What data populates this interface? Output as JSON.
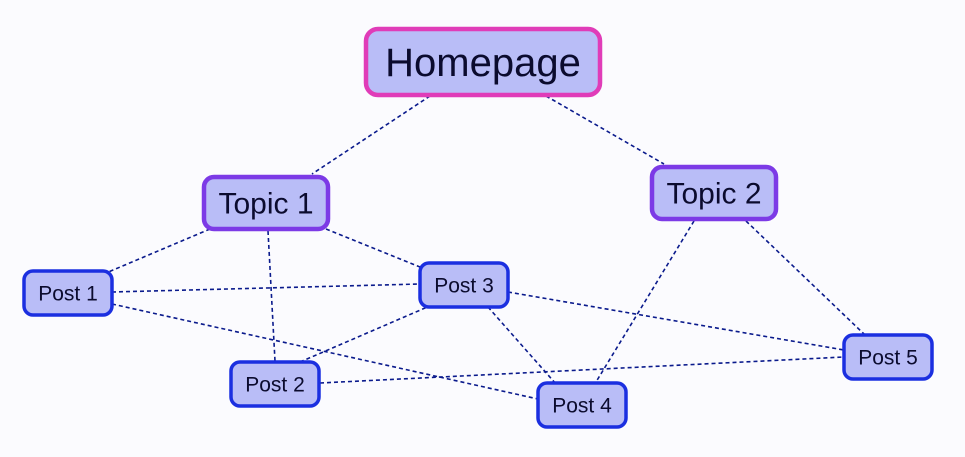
{
  "diagram": {
    "type": "site-map",
    "colors": {
      "background": "#fbfbfe",
      "node_fill": "#b9bdf7",
      "root_border": "#e03cb8",
      "topic_border": "#7c3ae6",
      "post_border": "#1b2fe0",
      "edge": "#0a1a8c",
      "text": "#0b0b2e"
    },
    "nodes": [
      {
        "id": "homepage",
        "label": "Homepage",
        "level": "root"
      },
      {
        "id": "topic1",
        "label": "Topic 1",
        "level": "topic"
      },
      {
        "id": "topic2",
        "label": "Topic 2",
        "level": "topic"
      },
      {
        "id": "post1",
        "label": "Post 1",
        "level": "post"
      },
      {
        "id": "post2",
        "label": "Post 2",
        "level": "post"
      },
      {
        "id": "post3",
        "label": "Post 3",
        "level": "post"
      },
      {
        "id": "post4",
        "label": "Post 4",
        "level": "post"
      },
      {
        "id": "post5",
        "label": "Post 5",
        "level": "post"
      }
    ],
    "edges": [
      {
        "from": "homepage",
        "to": "topic1",
        "style": "dashed"
      },
      {
        "from": "homepage",
        "to": "topic2",
        "style": "dashed"
      },
      {
        "from": "topic1",
        "to": "post1",
        "style": "dashed"
      },
      {
        "from": "topic1",
        "to": "post2",
        "style": "dashed"
      },
      {
        "from": "topic1",
        "to": "post3",
        "style": "dashed"
      },
      {
        "from": "topic2",
        "to": "post4",
        "style": "dashed"
      },
      {
        "from": "topic2",
        "to": "post5",
        "style": "dashed"
      },
      {
        "from": "post1",
        "to": "post3",
        "style": "dashed"
      },
      {
        "from": "post1",
        "to": "post4",
        "style": "dashed"
      },
      {
        "from": "post2",
        "to": "post3",
        "style": "dashed"
      },
      {
        "from": "post2",
        "to": "post5",
        "style": "dashed"
      },
      {
        "from": "post3",
        "to": "post4",
        "style": "dashed"
      },
      {
        "from": "post3",
        "to": "post5",
        "style": "dashed"
      }
    ]
  }
}
